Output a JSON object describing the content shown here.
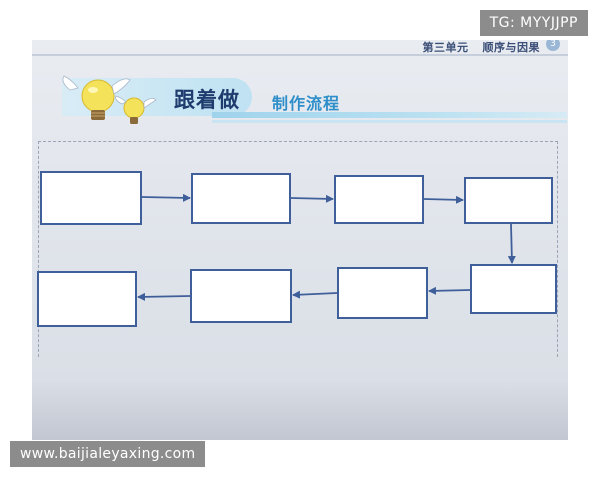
{
  "header": {
    "unit": "第三单元",
    "unit_title": "顺序与因果",
    "page_marker": "3"
  },
  "banner": {
    "title": "跟着做",
    "subtitle": "制作流程"
  },
  "flowchart": {
    "row1_boxes": [
      "",
      "",
      "",
      ""
    ],
    "row2_boxes": [
      "",
      "",
      "",
      ""
    ]
  },
  "watermarks": {
    "top_right": "TG: MYYJJPP",
    "bottom_left": "www.baijialeyaxing.com"
  },
  "colors": {
    "box_stroke": "#3f5f9a",
    "arrow": "#3f5f9a",
    "title": "#1f3c6e",
    "subtitle": "#2d8ec9"
  }
}
